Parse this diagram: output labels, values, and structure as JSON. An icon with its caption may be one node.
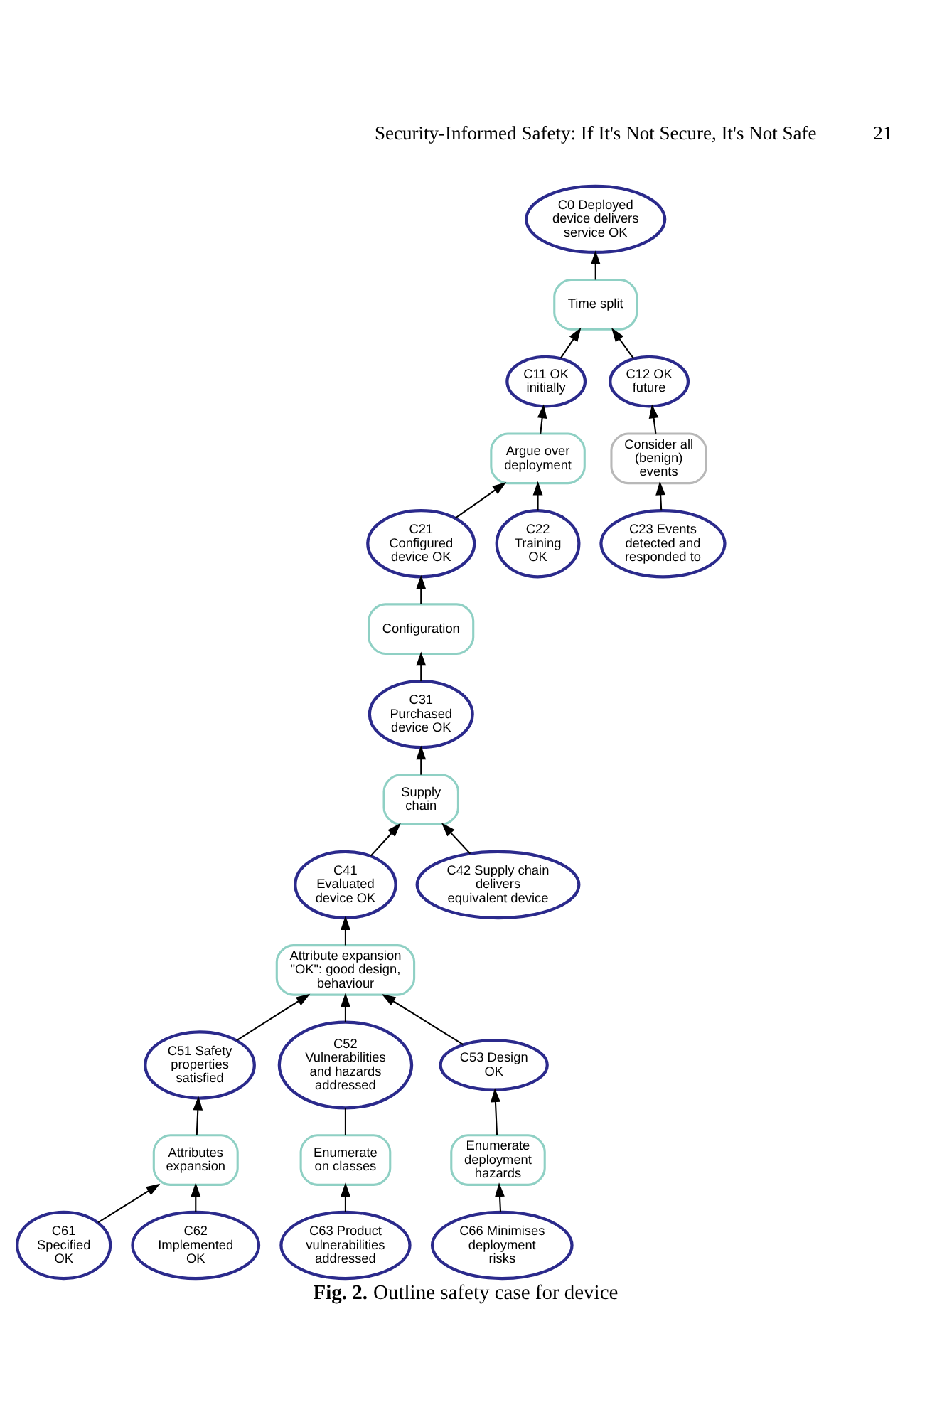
{
  "diagram": {
    "caption": "**Fig. 2.** Outline safety case for device",
    "nodes": [
      {
        "text": [
          "C0 Deployed device delivers service OK"
        ]
      },
      {
        "text": [
          "Time split"
        ]
      },
      {
        "text": [
          "C11 OK initially"
        ]
      },
      {
        "text": [
          "C12 OK future"
        ]
      },
      {
        "text": [
          "Argue over deployment"
        ]
      },
      {
        "text": [
          "Consider all (benign) events"
        ]
      },
      {
        "text": [
          "C21 Configured device OK"
        ]
      },
      {
        "text": [
          "C22 Training OK"
        ]
      },
      {
        "text": [
          "C23 Events detected and responded to"
        ]
      },
      {
        "text": [
          "Configuration"
        ]
      },
      {
        "text": [
          "C31 Purchased device OK"
        ]
      },
      {
        "text": [
          "Supply chain"
        ]
      },
      {
        "text": [
          "C41 Evaluated device OK"
        ]
      },
      {
        "text": [
          "C42 Supply chain delivers equivalent device"
        ]
      },
      {
        "text": [
          "Attribute expansion \"OK\": good design, behaviour"
        ]
      },
      {
        "text": [
          "C51 Safety properties satisfied"
        ]
      },
      {
        "text": [
          "C52 Vulnerabilities and hazards addressed"
        ]
      },
      {
        "text": [
          "C53 Design OK"
        ]
      },
      {
        "text": [
          "Attributes expansion"
        ]
      },
      {
        "text": [
          "Enumerate on classes"
        ]
      },
      {
        "text": [
          "Enumerate deployment hazards"
        ]
      },
      {
        "text": [
          "C61 Specified OK"
        ]
      },
      {
        "text": [
          "C62 Implemented OK"
        ]
      },
      {
        "text": [
          "C63 Product vulnerabilities addressed"
        ]
      },
      {
        "text": [
          "C66 Minimises deployment risks"
        ]
      }
    ],
    "edges": [
      {
        "from": 1,
        "to": 0,
        "arrow": "to"
      },
      {
        "from": 2,
        "to": 1,
        "arrow": "to"
      },
      {
        "from": 3,
        "to": 1,
        "arrow": "to"
      },
      {
        "from": 4,
        "to": 2,
        "arrow": "to"
      },
      {
        "from": 5,
        "to": 3,
        "arrow": "to"
      },
      {
        "from": 6,
        "to": 4,
        "arrow": "to"
      },
      {
        "from": 7,
        "to": 4,
        "arrow": "to"
      },
      {
        "from": 8,
        "to": 5,
        "arrow": "to"
      },
      {
        "from": 9,
        "to": 6,
        "arrow": "to"
      },
      {
        "from": 10,
        "to": 9,
        "arrow": "to"
      },
      {
        "from": 11,
        "to": 10,
        "arrow": "to"
      },
      {
        "from": 12,
        "to": 11,
        "arrow": "to"
      },
      {
        "from": 13,
        "to": 11,
        "arrow": "to"
      },
      {
        "from": 14,
        "to": 12,
        "arrow": "to"
      },
      {
        "from": 15,
        "to": 14,
        "arrow": "to"
      },
      {
        "from": 16,
        "to": 14,
        "arrow": "to"
      },
      {
        "from": 17,
        "to": 14,
        "arrow": "to"
      },
      {
        "from": 18,
        "to": 15,
        "arrow": "to"
      },
      {
        "from": 19,
        "to": 16,
        "arrow": "none"
      },
      {
        "from": 20,
        "to": 17,
        "arrow": "to"
      },
      {
        "from": 21,
        "to": 18,
        "arrow": "to"
      },
      {
        "from": 22,
        "to": 18,
        "arrow": "to"
      },
      {
        "from": 23,
        "to": 19,
        "arrow": "to"
      },
      {
        "from": 24,
        "to": 20,
        "arrow": "to"
      }
    ],
    "labels": [
      "Security-Informed Safety: If It's Not Secure, It's Not Safe",
      "21"
    ]
  }
}
